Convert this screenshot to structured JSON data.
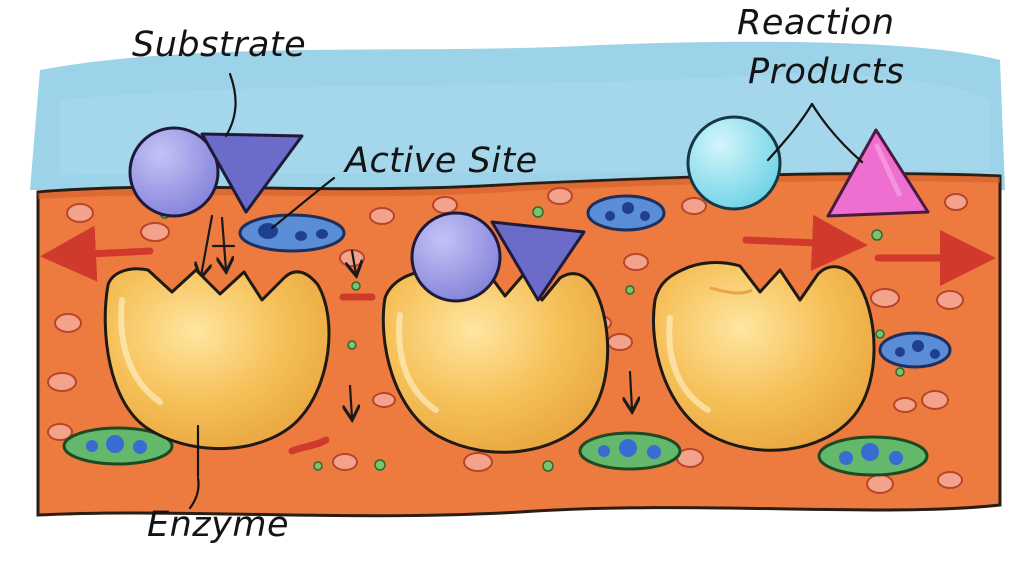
{
  "labels": {
    "substrate": "Substrate",
    "active_site": "Active Site",
    "reaction_products_line1": "Reaction",
    "reaction_products_line2": "Products",
    "enzyme": "Enzyme"
  },
  "colors": {
    "sky": "#8ccbe4",
    "membrane": "#ed7a3f",
    "membrane_outline": "#2a1d14",
    "enzyme": "#f6c15a",
    "enzyme_highlight": "#ffe6a0",
    "substrate_circle": "#9a98e6",
    "substrate_triangle": "#6b6cc9",
    "product_circle": "#8fe0ef",
    "product_triangle": "#ee6fcf",
    "arrow_red": "#cf3a2c",
    "blob_blue": "#5b8dd6",
    "blob_green": "#63b86b",
    "blob_pink": "#f3a38c"
  }
}
